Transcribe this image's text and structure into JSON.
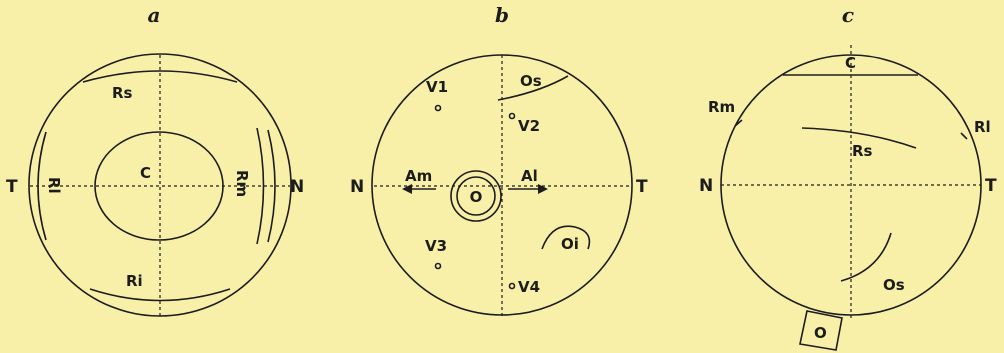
{
  "colors": {
    "background": "#f8f0a8",
    "ink": "#1c1c1c"
  },
  "panels": [
    {
      "id": "a",
      "letter": "a",
      "labels": {
        "top": "Rs",
        "bottom": "Ri",
        "left": "Rl",
        "right": "Rm",
        "center": "C"
      },
      "directions": {
        "left": "T",
        "right": "N"
      }
    },
    {
      "id": "b",
      "letter": "b",
      "labels": {
        "v1": "V1",
        "v2": "V2",
        "v3": "V3",
        "v4": "V4",
        "os": "Os",
        "oi": "Oi",
        "am": "Am",
        "al": "Al",
        "optic": "O"
      },
      "directions": {
        "left": "N",
        "right": "T"
      }
    },
    {
      "id": "c",
      "letter": "c",
      "labels": {
        "cornea": "C",
        "rm": "Rm",
        "rl": "Rl",
        "rs": "Rs",
        "os": "Os",
        "optic": "O"
      },
      "directions": {
        "left": "N",
        "right": "T"
      }
    }
  ]
}
